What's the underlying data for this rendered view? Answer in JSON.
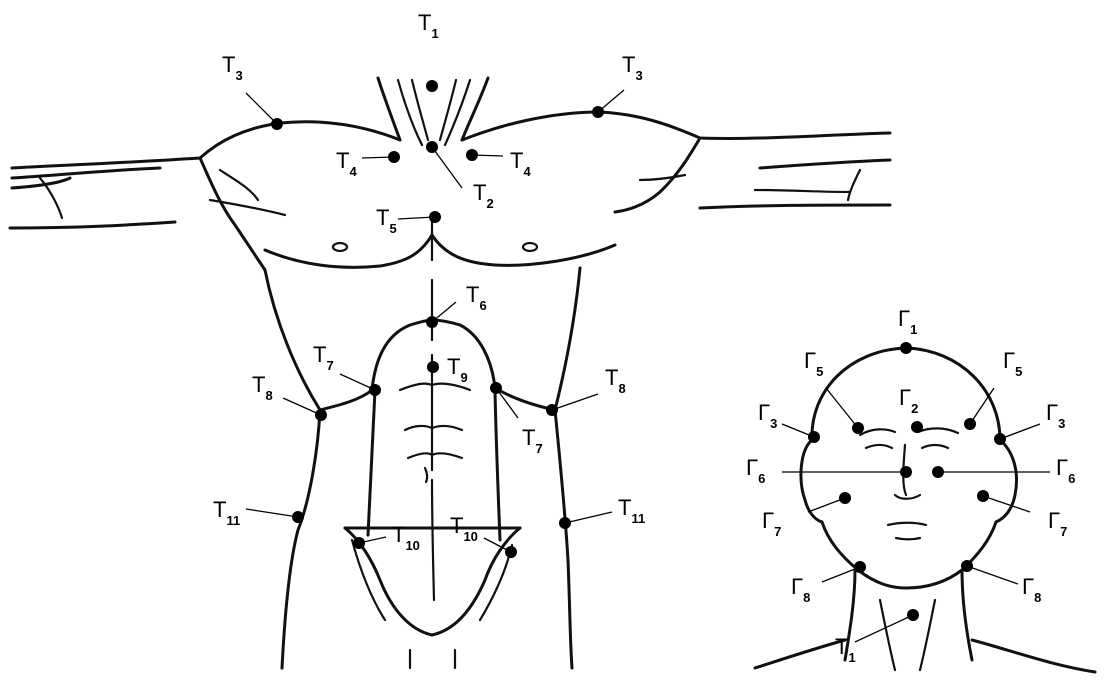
{
  "body_points": [
    {
      "id": "T1-top",
      "letter": "T",
      "num": "1"
    },
    {
      "id": "T3-left",
      "letter": "T",
      "num": "3"
    },
    {
      "id": "T3-right",
      "letter": "T",
      "num": "3"
    },
    {
      "id": "T4-left",
      "letter": "T",
      "num": "4"
    },
    {
      "id": "T4-right",
      "letter": "T",
      "num": "4"
    },
    {
      "id": "T2",
      "letter": "T",
      "num": "2"
    },
    {
      "id": "T5",
      "letter": "T",
      "num": "5"
    },
    {
      "id": "T6",
      "letter": "T",
      "num": "6"
    },
    {
      "id": "T7-left",
      "letter": "T",
      "num": "7"
    },
    {
      "id": "T9",
      "letter": "T",
      "num": "9"
    },
    {
      "id": "T7-right",
      "letter": "T",
      "num": "7"
    },
    {
      "id": "T8-left",
      "letter": "T",
      "num": "8"
    },
    {
      "id": "T8-right",
      "letter": "T",
      "num": "8"
    },
    {
      "id": "T11-left",
      "letter": "T",
      "num": "11"
    },
    {
      "id": "T11-right",
      "letter": "T",
      "num": "11"
    },
    {
      "id": "T10-left",
      "letter": "T",
      "num": "10"
    },
    {
      "id": "T10-right",
      "letter": "T",
      "num": "10"
    }
  ],
  "head_points": [
    {
      "id": "G1",
      "letter": "Γ",
      "num": "1"
    },
    {
      "id": "G5-left",
      "letter": "Γ",
      "num": "5"
    },
    {
      "id": "G5-right",
      "letter": "Γ",
      "num": "5"
    },
    {
      "id": "G2",
      "letter": "Γ",
      "num": "2"
    },
    {
      "id": "G3-left",
      "letter": "Γ",
      "num": "3"
    },
    {
      "id": "G3-right",
      "letter": "Γ",
      "num": "3"
    },
    {
      "id": "G6-left",
      "letter": "Γ",
      "num": "6"
    },
    {
      "id": "G6-right",
      "letter": "Γ",
      "num": "6"
    },
    {
      "id": "G7-left",
      "letter": "Γ",
      "num": "7"
    },
    {
      "id": "G7-right",
      "letter": "Γ",
      "num": "7"
    },
    {
      "id": "G8-left",
      "letter": "Γ",
      "num": "8"
    },
    {
      "id": "G8-right",
      "letter": "Γ",
      "num": "8"
    },
    {
      "id": "T1-neck",
      "letter": "T",
      "num": "1"
    }
  ]
}
